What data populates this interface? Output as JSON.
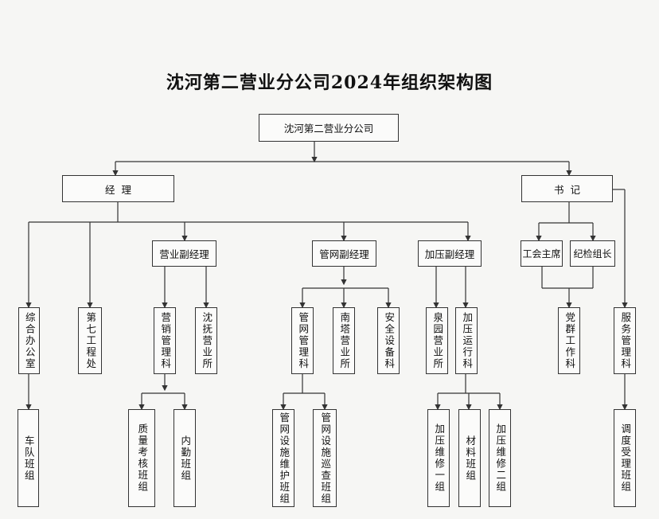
{
  "title": "沈河第二营业分公司2024年组织架构图",
  "nodes": {
    "root": "沈河第二营业分公司",
    "manager": "经  理",
    "secretary": "书  记",
    "sales_vice": "营业副经理",
    "network_vice": "管网副经理",
    "pressure_vice": "加压副经理",
    "union_chair": "工会主席",
    "discipline_leader": "纪检组长",
    "general_office": "综合办公室",
    "seventh_engineering": "第七工程处",
    "marketing_mgmt": "营销管理科",
    "shenfu_office": "沈抚营业所",
    "network_mgmt": "管网管理科",
    "nanta_office": "南塔营业所",
    "safety_equipment": "安全设备科",
    "quanyuan_office": "泉园营业所",
    "pressure_operation": "加压运行科",
    "party_mass": "党群工作科",
    "service_mgmt": "服务管理科",
    "vehicle_team": "车队班组",
    "quality_check": "质量考核班组",
    "internal_affairs": "内勤班组",
    "facility_maint": "管网设施维护班组",
    "facility_patrol": "管网设施巡查班组",
    "pressure_repair_1": "加压维修一组",
    "materials_team": "材料班组",
    "pressure_repair_2": "加压维修二组",
    "dispatch_team": "调度受理班组"
  }
}
